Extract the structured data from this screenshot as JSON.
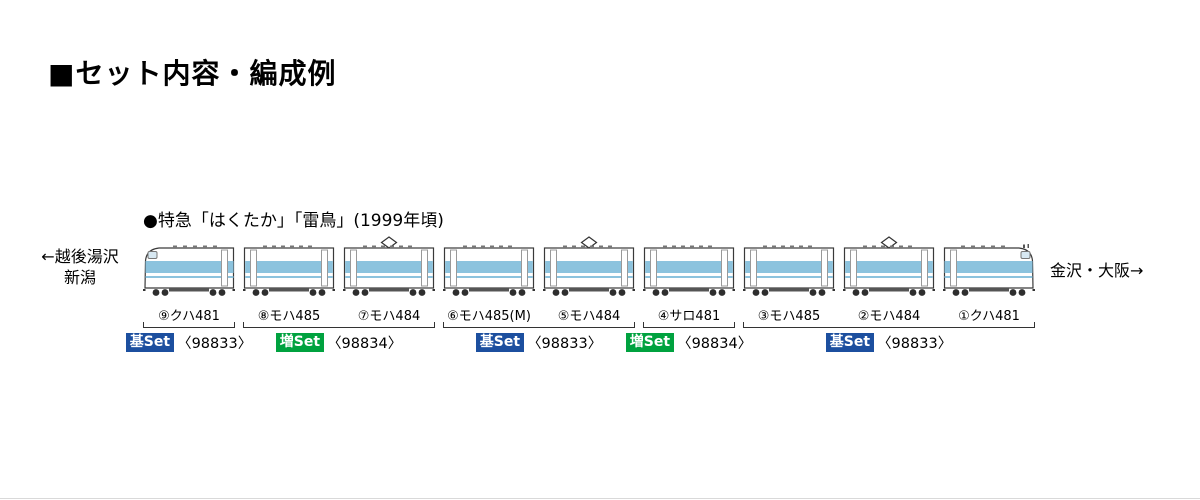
{
  "header": {
    "title": "■セット内容・編成例"
  },
  "diagram": {
    "caption": "●特急「はくたか」「雷鳥」(1999年頃)",
    "direction_left": {
      "line1": "←越後湯沢",
      "line2": "新潟"
    },
    "direction_right": "金沢・大阪→"
  },
  "cars": [
    {
      "label": "⑨クハ481",
      "cab": "left",
      "pantograph": false
    },
    {
      "label": "⑧モハ485",
      "cab": null,
      "pantograph": false
    },
    {
      "label": "⑦モハ484",
      "cab": null,
      "pantograph": true
    },
    {
      "label": "⑥モハ485(M)",
      "cab": null,
      "pantograph": false
    },
    {
      "label": "⑤モハ484",
      "cab": null,
      "pantograph": true
    },
    {
      "label": "④サロ481",
      "cab": null,
      "pantograph": false
    },
    {
      "label": "③モハ485",
      "cab": null,
      "pantograph": false
    },
    {
      "label": "②モハ484",
      "cab": null,
      "pantograph": true
    },
    {
      "label": "①クハ481",
      "cab": "right",
      "pantograph": false
    }
  ],
  "sets": [
    {
      "badge": "基Set",
      "code": "〈98833〉",
      "type": "base",
      "cars": [
        9
      ]
    },
    {
      "badge": "増Set",
      "code": "〈98834〉",
      "type": "add",
      "cars": [
        8,
        7
      ]
    },
    {
      "badge": "基Set",
      "code": "〈98833〉",
      "type": "base",
      "cars": [
        6,
        5
      ]
    },
    {
      "badge": "増Set",
      "code": "〈98834〉",
      "type": "add",
      "cars": [
        4
      ]
    },
    {
      "badge": "基Set",
      "code": "〈98833〉",
      "type": "base",
      "cars": [
        3,
        2,
        1
      ]
    }
  ],
  "colors": {
    "base_badge": "#1c4f9f",
    "add_badge": "#00a23f",
    "stripe": "#8cc3de"
  }
}
